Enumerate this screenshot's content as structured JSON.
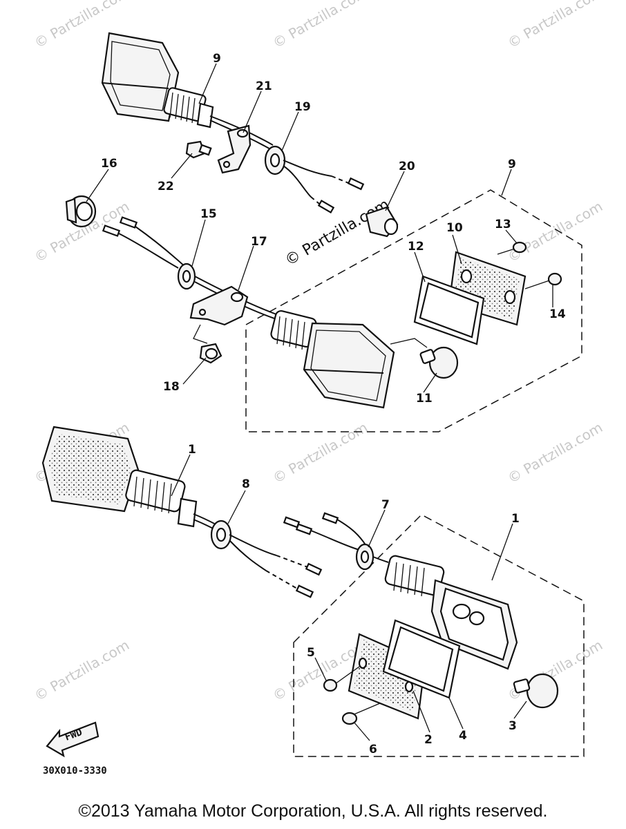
{
  "watermark": "© Partzilla.com",
  "watermark_center": "© Partzilla.com",
  "diagram_code": "30X010-3330",
  "fwd_label": "FWD",
  "copyright": "©2013 Yamaha Motor Corporation, U.S.A. All rights reserved.",
  "callouts": {
    "c1a": "1",
    "c1b": "1",
    "c2": "2",
    "c3": "3",
    "c4": "4",
    "c5": "5",
    "c6": "6",
    "c7": "7",
    "c8": "8",
    "c9a": "9",
    "c9b": "9",
    "c10": "10",
    "c11": "11",
    "c12": "12",
    "c13": "13",
    "c14": "14",
    "c15": "15",
    "c16": "16",
    "c17": "17",
    "c18": "18",
    "c19": "19",
    "c20": "20",
    "c21": "21",
    "c22": "22"
  }
}
